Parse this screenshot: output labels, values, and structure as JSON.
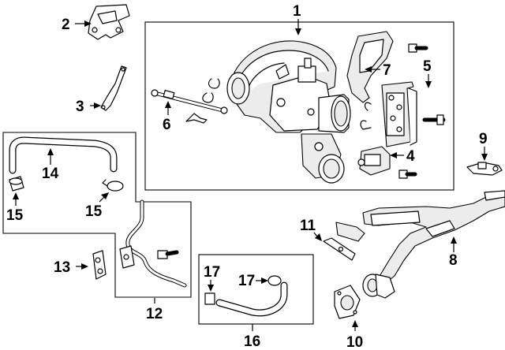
{
  "callouts": {
    "c1": "1",
    "c2": "2",
    "c3": "3",
    "c4": "4",
    "c5": "5",
    "c6": "6",
    "c7": "7",
    "c8": "8",
    "c9": "9",
    "c10": "10",
    "c11": "11",
    "c12": "12",
    "c13": "13",
    "c14": "14",
    "c15a": "15",
    "c15b": "15",
    "c16": "16",
    "c17a": "17",
    "c17b": "17"
  },
  "icons": {
    "turbocharger": "turbocharger-icon",
    "heat_shield": "heat-shield-icon",
    "actuator": "actuator-icon",
    "pipe": "catalytic-pipe-icon",
    "hose": "hose-icon",
    "bracket": "bracket-icon",
    "gasket": "gasket-icon"
  }
}
